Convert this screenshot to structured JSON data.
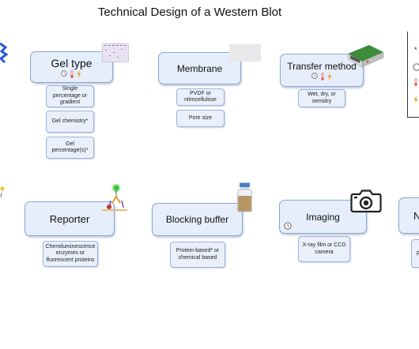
{
  "title": "Technical Design of a Western Blot",
  "top_row": {
    "gel_type": {
      "label": "Gel type",
      "options": [
        "Single percentage or gradient",
        "Gel chemistry*",
        "Gel percentage(s)*"
      ]
    },
    "membrane": {
      "label": "Membrane",
      "options": [
        "PVDF or nitrocellulose",
        "Pore size"
      ]
    },
    "transfer_method": {
      "label": "Transfer method",
      "options": [
        "Wet, dry, or semidry"
      ]
    }
  },
  "bottom_row": {
    "reporter": {
      "label": "Reporter",
      "options": [
        "Chemiluminescence enzymes or fluorescent proteins"
      ]
    },
    "blocking_buffer": {
      "label": "Blocking buffer",
      "options": [
        "Protein-based* or chemical based"
      ]
    },
    "imaging": {
      "label": "Imaging",
      "options": [
        "X-ray film or CCD camera"
      ]
    },
    "partial_right": {
      "label": "N",
      "option_fragment": "p"
    }
  },
  "legend_fragment": {
    "marker": "*"
  },
  "icons": {
    "clock": "clock-icon",
    "thermometer": "thermometer-icon",
    "lightning": "lightning-icon"
  },
  "colors": {
    "box_border": "#8aa7d6",
    "box_fill": "#e6eefb",
    "thermometer": "#d9534f",
    "lightning": "#f0a020"
  }
}
